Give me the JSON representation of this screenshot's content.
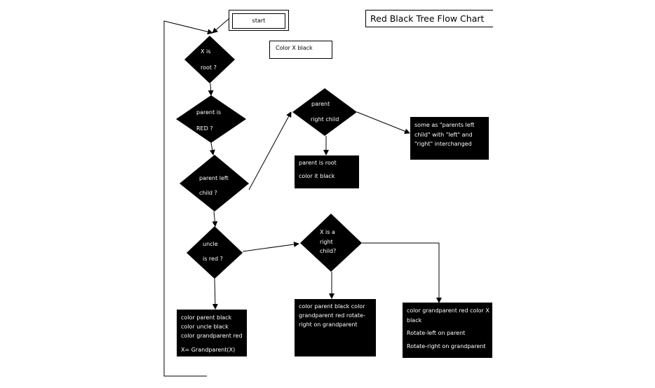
{
  "title": "Red Black Tree Flow Chart",
  "start_label": "start",
  "color_x_black": "Color X black",
  "decisions": {
    "x_is_root": [
      "X   is",
      "root ?"
    ],
    "parent_is_red": [
      "parent is",
      "RED ?"
    ],
    "parent_left_child": [
      "parent left",
      "child ?"
    ],
    "uncle_is_red": [
      "uncle",
      "is red ?"
    ],
    "parent_right_child": [
      "parent",
      "right child"
    ],
    "x_is_right_child": [
      "X is a",
      "right",
      "child?"
    ]
  },
  "boxes": {
    "same_as": [
      "some as \"parents left",
      "child\" with \"left\" and",
      "\"right\" interchanged"
    ],
    "parent_root": [
      "parent is root",
      "color it black"
    ],
    "recolor": [
      "color parent black",
      "color uncle black",
      "color grandparent red",
      "X= Grandparent(X)"
    ],
    "rotate_right": [
      "color parent black color",
      "grandparent red rotate-",
      "right on grandparent"
    ],
    "rotate_left_right": [
      "color grandparent red color X",
      "black",
      "Rotate-left on parent",
      "Rotate-right on grandparent"
    ]
  }
}
